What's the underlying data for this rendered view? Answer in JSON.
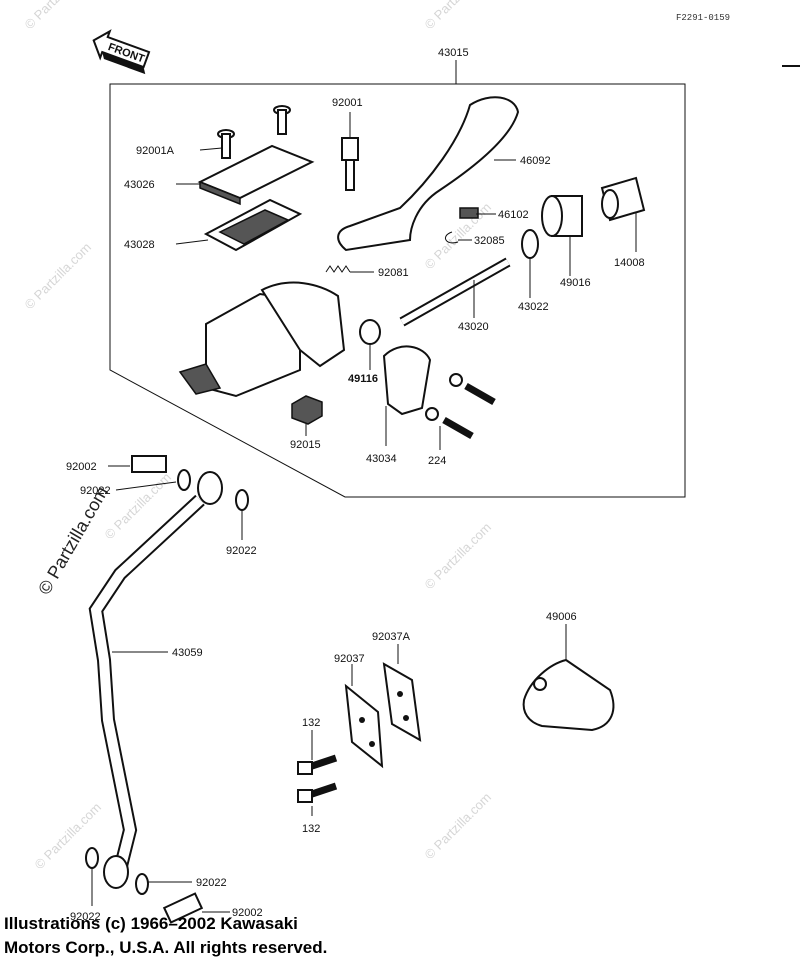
{
  "diagram_code": "F2291-0159",
  "front_label": "FRONT",
  "watermark": "© Partzilla.com",
  "labels": {
    "p43015": "43015",
    "p92001": "92001",
    "p92001A": "92001A",
    "p46092": "46092",
    "p43026": "43026",
    "p43028": "43028",
    "p46102": "46102",
    "p32085": "32085",
    "p14008": "14008",
    "p49016": "49016",
    "p92081": "92081",
    "p43022": "43022",
    "p43020": "43020",
    "p49116": "49116",
    "p92015": "92015",
    "p43034": "43034",
    "p224": "224",
    "p92002_top": "92002",
    "p92022_a": "92022",
    "p92022_b": "92022",
    "p43059": "43059",
    "p92037A": "92037A",
    "p92037": "92037",
    "p49006": "49006",
    "p132_a": "132",
    "p132_b": "132",
    "p92022_c": "92022",
    "p92022_d": "92022",
    "p92002_bot": "92002"
  },
  "copyright": {
    "line1": "Illustrations (c) 1966–2002 Kawasaki",
    "line2": "Motors Corp., U.S.A.  All rights reserved."
  }
}
